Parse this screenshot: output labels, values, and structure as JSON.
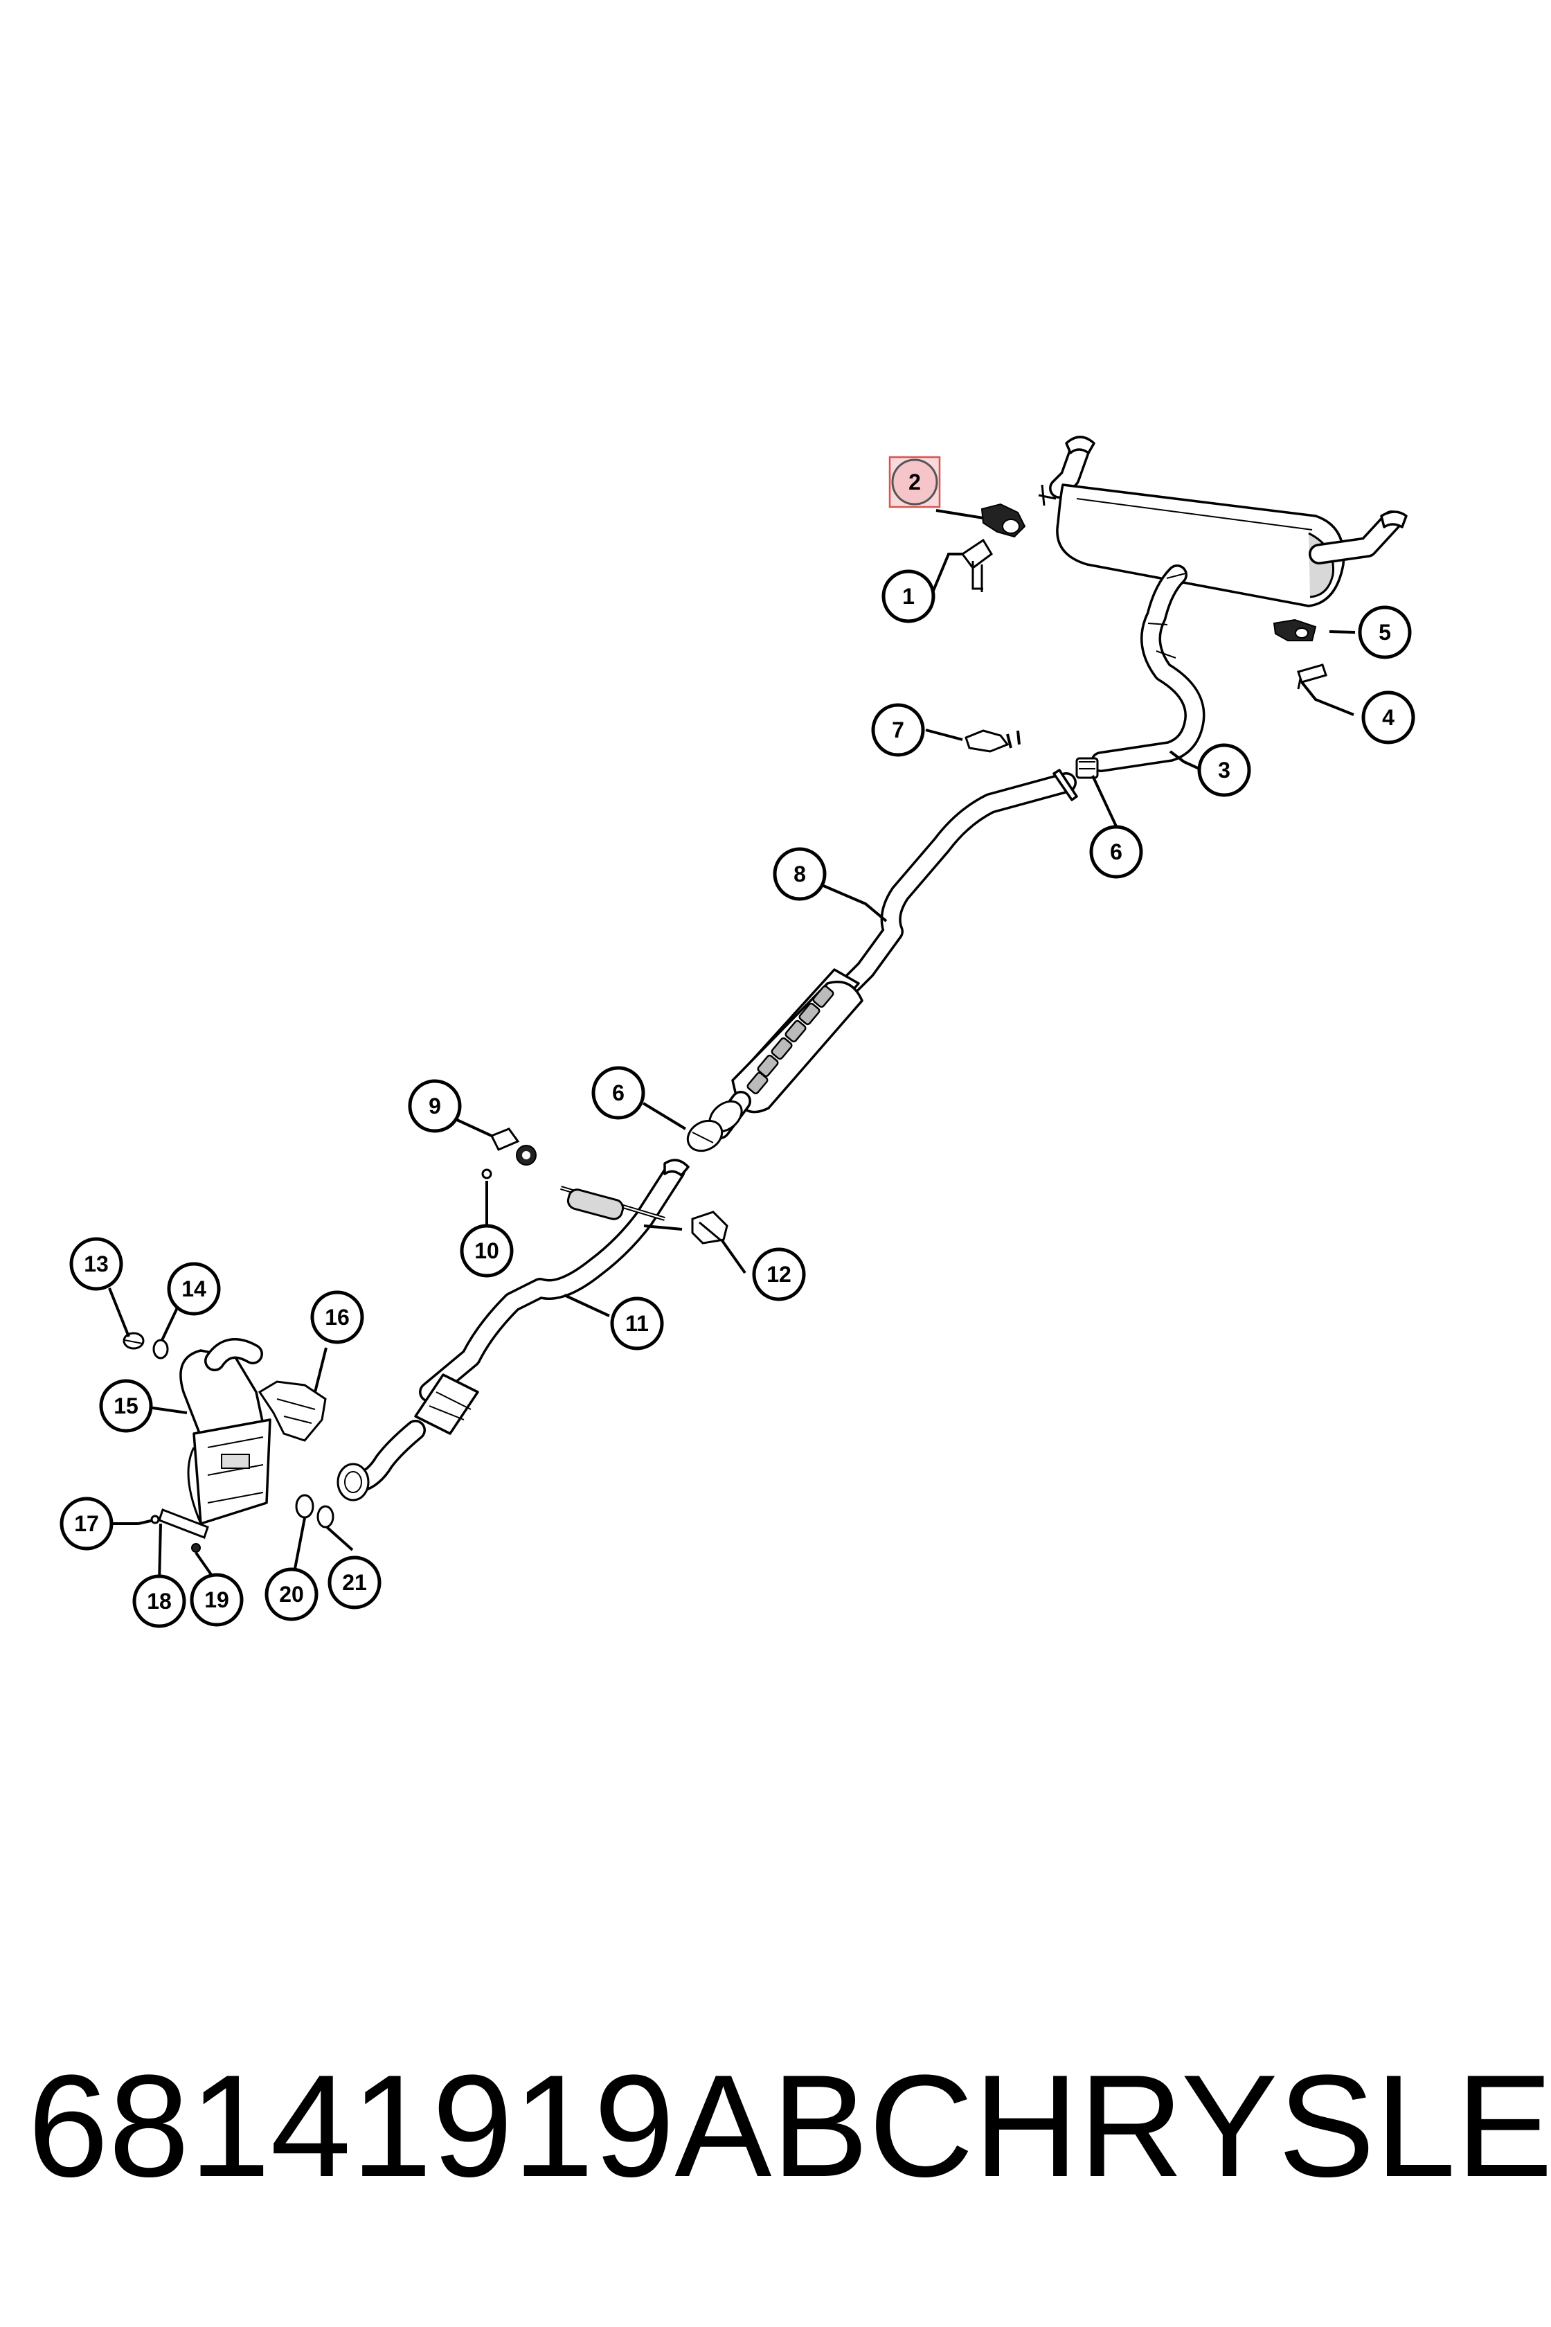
{
  "diagram": {
    "highlighted_part": "2",
    "labels": [
      "1",
      "2",
      "3",
      "4",
      "5",
      "6",
      "6",
      "7",
      "8",
      "9",
      "10",
      "11",
      "12",
      "13",
      "14",
      "15",
      "16",
      "17",
      "18",
      "19",
      "20",
      "21"
    ]
  },
  "footer": {
    "part_number": "68141919AB",
    "brand": "CHRYSLER"
  },
  "colors": {
    "line": "#000000",
    "background": "#ffffff",
    "highlight_fill": "#f6c5c9",
    "highlight_border": "#d9534f"
  }
}
